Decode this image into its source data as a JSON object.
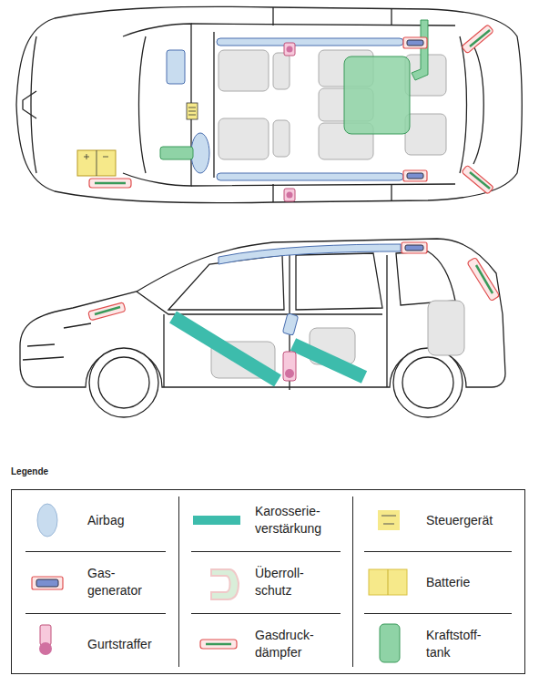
{
  "diagram": {
    "labels": [
      "Legende"
    ],
    "legend": [
      {
        "text": "Airbag"
      },
      {
        "text": "Karosserie- verstärkung",
        "color": "#3dbcac"
      },
      {
        "text": "Steuergerät"
      },
      {
        "text": "Gas- generator"
      },
      {
        "text": "Überroll- schutz"
      },
      {
        "text": "Batterie"
      },
      {
        "text": "Gurtstraffer"
      },
      {
        "text": "Gasdruck- dämpfer"
      },
      {
        "text": "Kraftstoff- tank"
      }
    ]
  }
}
